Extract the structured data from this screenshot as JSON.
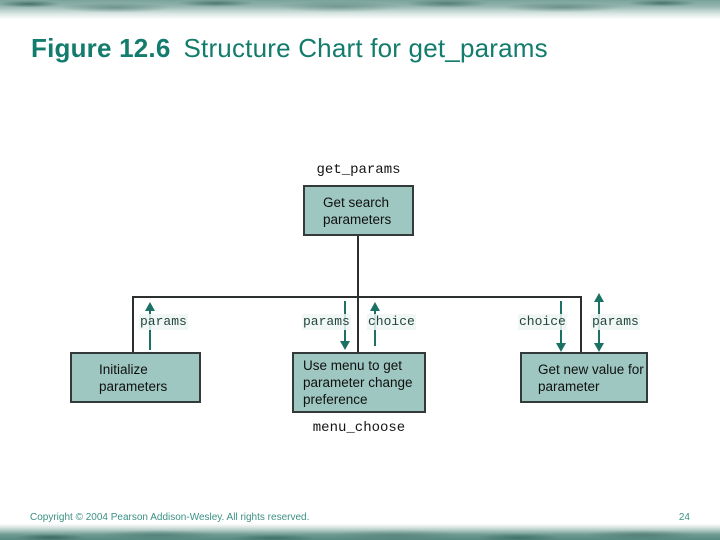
{
  "slide": {
    "title": {
      "bold": "Figure 12.6",
      "rest": "Structure Chart for get_params"
    },
    "footer": {
      "copyright": "Copyright © 2004 Pearson Addison-Wesley. All rights reserved.",
      "page_number": "24"
    }
  },
  "colors": {
    "title_text": "#137c6c",
    "module_box_fill": "#9dc7c0",
    "module_box_border": "#343a39",
    "connector_line": "#2b2f2e",
    "data_couple_arrow": "#1b7163",
    "footer_text": "#3b9184",
    "texture_band": "#6f9c93"
  },
  "diagram": {
    "type": "structure-chart",
    "root": {
      "name_label": "get_params",
      "box_text": "Get search parameters"
    },
    "modules": [
      {
        "box_text": "Initialize parameters",
        "couples": [
          {
            "label": "params",
            "direction": "up"
          }
        ]
      },
      {
        "box_text": "Use menu to get parameter change preference",
        "name_label": "menu_choose",
        "couples": [
          {
            "label": "params",
            "direction": "down"
          },
          {
            "label": "choice",
            "direction": "up"
          }
        ]
      },
      {
        "box_text": "Get new value for parameter",
        "couples": [
          {
            "label": "choice",
            "direction": "down"
          },
          {
            "label": "params",
            "direction": "both"
          }
        ]
      }
    ]
  }
}
